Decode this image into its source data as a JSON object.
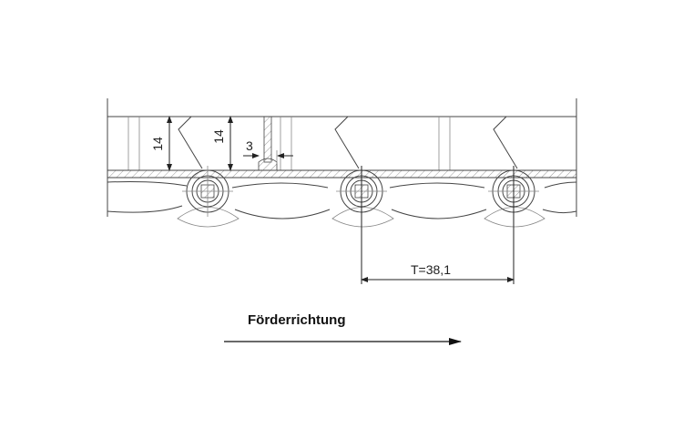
{
  "dimensions": {
    "height_left": "14",
    "height_right": "14",
    "gap": "3",
    "pitch": "T=38,1"
  },
  "direction": {
    "label": "Förderrichtung"
  },
  "colors": {
    "line": "#444444",
    "hatch": "#9a9a9a",
    "dimension": "#222222"
  }
}
